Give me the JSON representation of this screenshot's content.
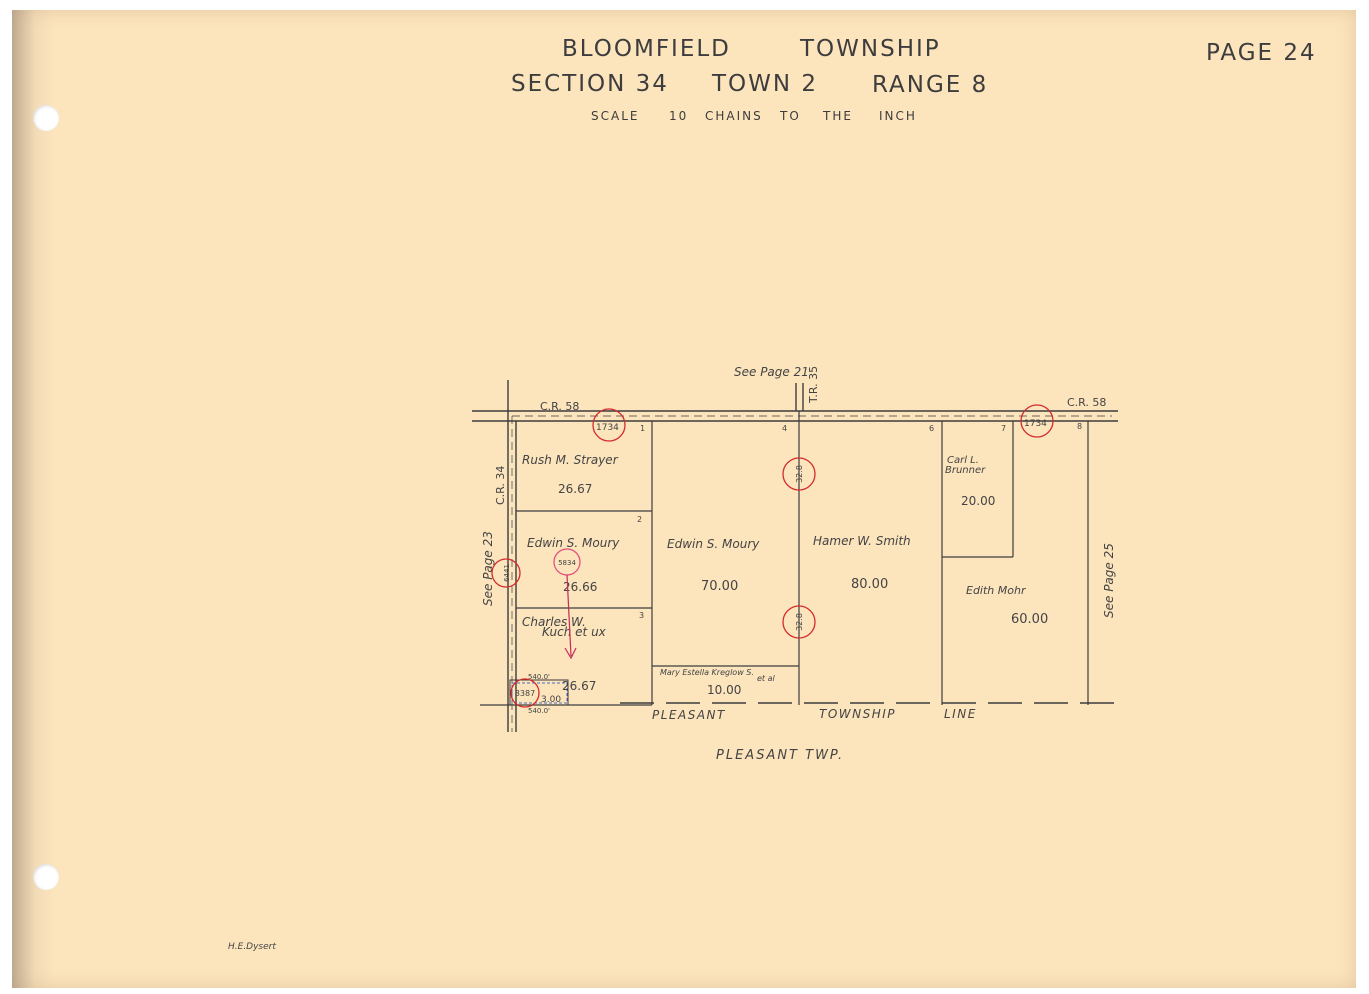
{
  "header": {
    "township": "BLOOMFIELD",
    "township_word": "TOWNSHIP",
    "section": "SECTION 34",
    "town": "TOWN 2",
    "range": "RANGE 8",
    "scale_words": [
      "SCALE",
      "10",
      "CHAINS",
      "TO",
      "THE",
      "INCH"
    ],
    "page": "PAGE 24"
  },
  "roads": {
    "north": "C.R. 58",
    "north_east": "C.R. 58",
    "west": "C.R. 34",
    "mid": "T.R. 35"
  },
  "references": {
    "north": "See Page 21",
    "west": "See Page 23",
    "east": "See Page 25"
  },
  "south_line": [
    "PLEASANT",
    "TOWNSHIP",
    "LINE"
  ],
  "south_township": "PLEASANT TWP.",
  "lot_numbers": [
    "1",
    "2",
    "3",
    "4",
    "6",
    "7",
    "8"
  ],
  "parcels": [
    {
      "owner": "Rush M. Strayer",
      "acres": "26.67"
    },
    {
      "owner": "Edwin S. Moury",
      "acres": "26.66"
    },
    {
      "owner_line1": "Charles W.",
      "owner_line2": "Kuch et ux",
      "acres": "26.67"
    },
    {
      "owner": "Edwin S. Moury",
      "acres": "70.00"
    },
    {
      "owner": "Mary Estella Kreglow S.",
      "owner_suffix": "et al",
      "acres": "10.00"
    },
    {
      "owner": "Hamer W. Smith",
      "acres": "80.00"
    },
    {
      "owner_line1": "Carl L.",
      "owner_line2": "Brunner",
      "acres": "20.00"
    },
    {
      "owner": "Edith Mohr",
      "acres": "60.00"
    },
    {
      "acres": "3.00"
    }
  ],
  "small_dims": [
    "540.0'",
    "540.0'"
  ],
  "stamps": [
    "1734",
    "1734",
    "32.8",
    "32.8",
    "5834",
    "6441",
    "3387"
  ],
  "drafter": "H.E.Dysert",
  "colors": {
    "paper": "#fce4bd",
    "ink": "#3d3d3d",
    "stamp_red": "#d42a2a",
    "stamp_pink": "#e04a78",
    "blue_pencil": "#4a6cc0"
  }
}
